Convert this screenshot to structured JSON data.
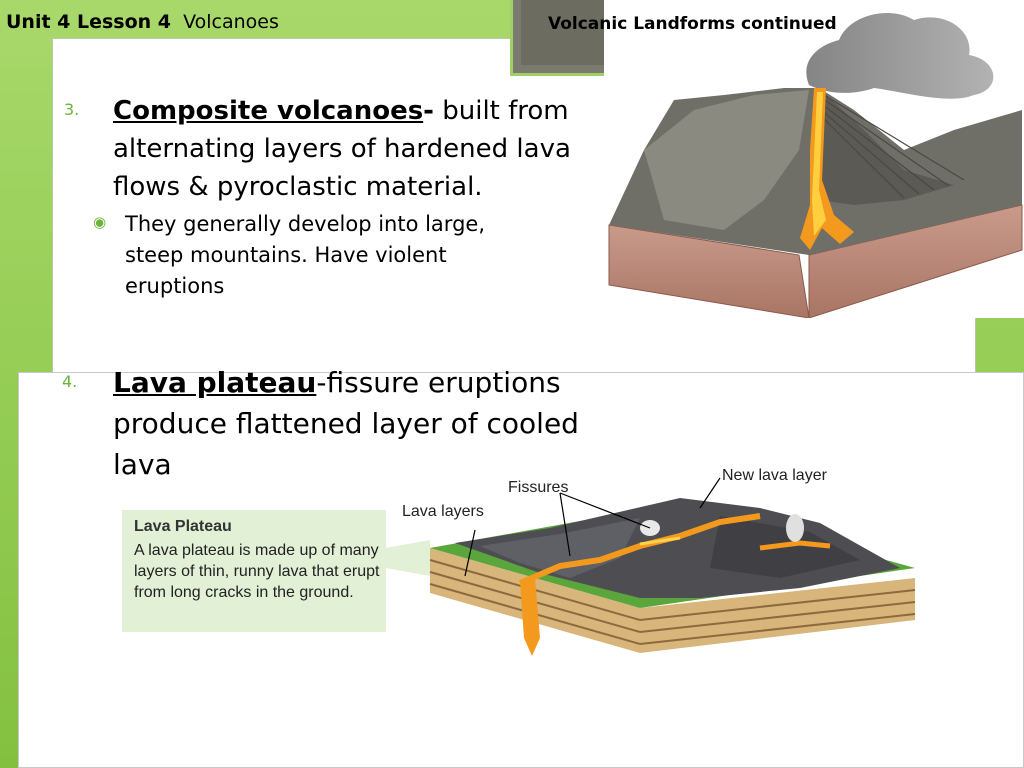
{
  "header": {
    "unit_lesson": "Unit 4 Lesson 4",
    "topic": "Volcanoes",
    "slide_title": "Volcanic Landforms continued"
  },
  "items": [
    {
      "number": "3.",
      "term": "Composite volcanoes",
      "separator": "-",
      "definition": " built from alternating layers of hardened lava flows & pyroclastic material.",
      "sub_bullets": [
        "They generally develop into large, steep mountains.  Have violent eruptions"
      ]
    },
    {
      "number": "4.",
      "term": "Lava plateau",
      "separator": "",
      "definition": "-fissure eruptions produce flattened layer of cooled lava"
    }
  ],
  "lava_plateau_figure": {
    "caption_title": "Lava Plateau",
    "caption_body": "A lava plateau is made up of many layers of thin, runny lava that erupt from long cracks in the ground.",
    "label_lava_layers": "Lava layers",
    "label_fissures": "Fissures",
    "label_new_lava": "New lava layer"
  },
  "colors": {
    "background_green": "#93cc53",
    "accent_green": "#6bb43a",
    "lava": "#f39a1e",
    "rock_dark": "#4a4a4a"
  }
}
